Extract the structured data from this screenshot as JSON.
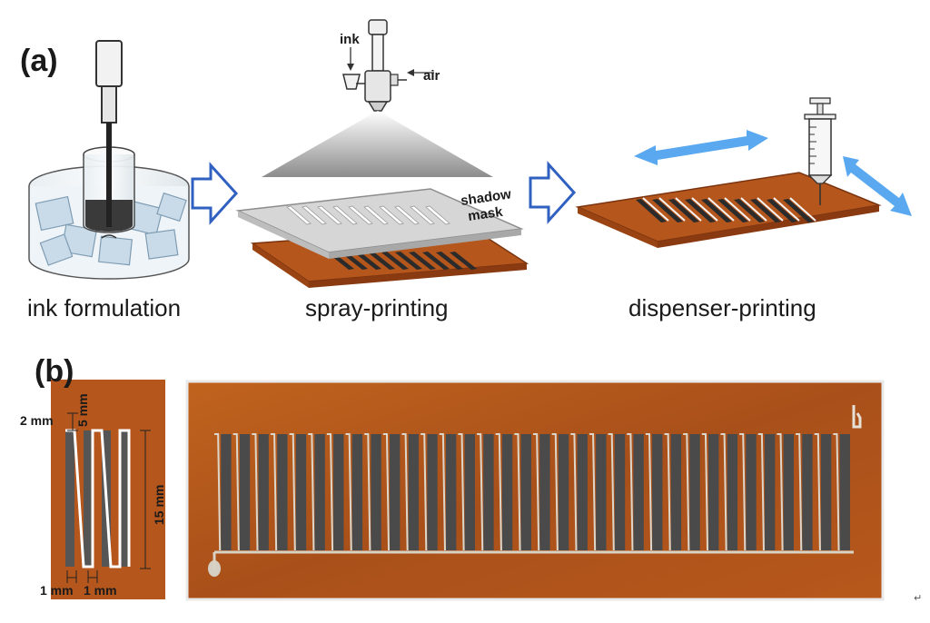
{
  "panel_a": {
    "label": "(a)",
    "steps": [
      {
        "label": "ink formulation",
        "icon": "beaker-with-ice-icon"
      },
      {
        "label": "spray-printing",
        "icon": "spray-gun-icon"
      },
      {
        "label": "dispenser-printing",
        "icon": "syringe-icon"
      }
    ],
    "spray_labels": {
      "ink": "ink",
      "air": "air"
    },
    "mask_label_line1": "shadow",
    "mask_label_line2": "mask",
    "arrow_icon": "right-hollow-arrow-icon",
    "motion_icon": "double-headed-arrow-icon"
  },
  "panel_b": {
    "label": "(b)",
    "dimensions": {
      "gap": "2 mm",
      "top": "5 mm",
      "length": "15 mm",
      "width_left": "1 mm",
      "width_right": "1 mm"
    },
    "photo_icon": "printed-device-photo"
  },
  "colors": {
    "substrate": "#b5561c",
    "substrate_dark": "#8a3a10",
    "arrow_blue": "#5aa9f0",
    "mask_gray": "#d6d6d6",
    "stripe_dark": "#2b2b2b",
    "outline_blue": "#3060c0"
  }
}
